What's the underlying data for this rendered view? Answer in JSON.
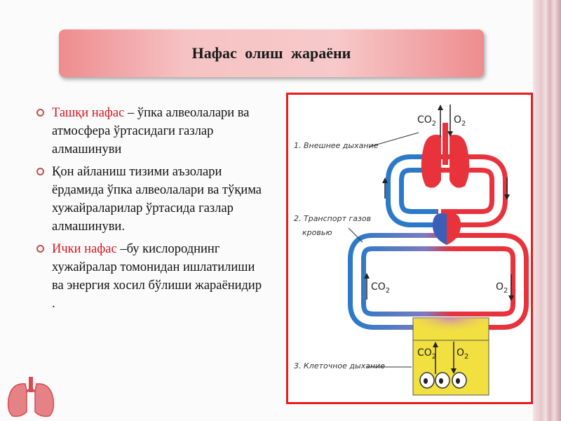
{
  "slide": {
    "title": "Нафас олиш жараёни",
    "bullets": [
      {
        "highlight": "Ташқи нафас",
        "text": " – ўпка алвеолалари ва атмосфера ўртасидаги газлар алмашинуви"
      },
      {
        "highlight": "",
        "text": "Қон айланиш тизими аъзолари ёрдамида ўпка алвеолалари ва тўқима хужайраларилар ўртасида газлар алмашинуви."
      },
      {
        "highlight": "Ички нафас",
        "text": " –бу кислороднинг хужайралар томонидан ишлатилиши ва энергия хосил бўлиши жараёнидир ."
      }
    ]
  },
  "diagram": {
    "labels": {
      "external": "1. Внешнее дыхание",
      "transport_1": "2. Транспорт газов",
      "transport_2": "кровью",
      "cellular": "3. Клеточное дыхание"
    },
    "chem": {
      "co2": "CO",
      "o2": "O",
      "sub": "2"
    }
  },
  "colors": {
    "accent": "#d8161f",
    "frame": "#e41e1e",
    "venous": "#2b7ac9",
    "arterial": "#e8323c",
    "cell_box": "#f2e040"
  },
  "icons": {
    "logo": "lungs-icon"
  }
}
